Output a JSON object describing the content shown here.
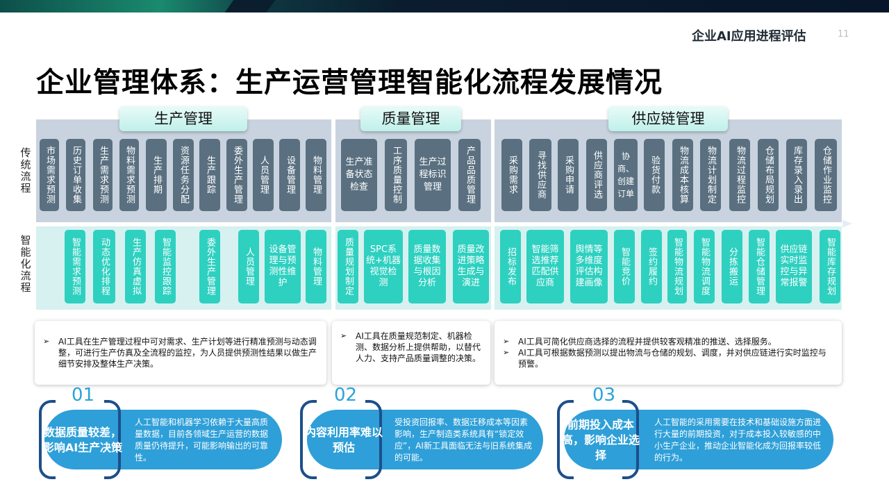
{
  "header": {
    "title": "企业AI应用进程评估",
    "page_number": "11"
  },
  "main_title": "企业管理体系：生产运营管理智能化流程发展情况",
  "row_labels": {
    "traditional": "传统流程",
    "ai": "智能化流程"
  },
  "sections": {
    "production": {
      "title": "生产管理"
    },
    "quality": {
      "title": "质量管理"
    },
    "supply": {
      "title": "供应链管理"
    }
  },
  "traditional": {
    "production": [
      "市场需求预测",
      "历史订单收集",
      "生产需求预测",
      "物料需求预测",
      "生产排期",
      "资源任务分配",
      "生产跟踪",
      "委外生产管理",
      "人员管理",
      "设备管理",
      "物料管理"
    ],
    "quality": [
      "生产准备状态检查",
      "工序质量控制",
      "生产过程标识管理",
      "产品品质管理"
    ],
    "supply": [
      "采购需求",
      "寻找供应商",
      "采购申请",
      "供应商评选",
      "协商、创建订单",
      "验货付款",
      "物流成本核算",
      "物流计划制定",
      "物流过程监控",
      "仓储布局规划",
      "库存录入录出",
      "仓储作业监控"
    ]
  },
  "ai": {
    "production": [
      "智能需求预测",
      "动态优化排程",
      "生产仿真虚拟",
      "智能监控跟踪",
      "委外生产管理",
      "人员管理",
      "设备管理与预测性维护",
      "物料管理"
    ],
    "quality": [
      "质量规划制定",
      "SPC系统+机器视觉检测",
      "质量数据收集与根因分析",
      "质量改进策略生成与演进"
    ],
    "supply": [
      "招标发布",
      "智能筛选推荐匹配供应商",
      "舆情等多维度评估构建画像",
      "智能竞价",
      "签约履约",
      "智能物流规划",
      "智能物流调度",
      "分拣搬运",
      "智能仓储管理",
      "供应链实时监控与异常报警",
      "智能库存规划"
    ]
  },
  "notes": {
    "production": [
      "AI工具在生产管理过程中可对需求、生产计划等进行精准预测与动态调整，可进行生产仿真及全流程的监控，为人员提供预测性结果以做生产细节安排及整体生产决策。"
    ],
    "quality": [
      "AI工具在质量规范制定、机器检测、数据分析上提供帮助，以替代人力、支持产品质量调整的决策。"
    ],
    "supply": [
      "AI工具可简化供应商选择的流程并提供较客观精准的推送、选择服务。",
      "AI工具可根据数据预测以提出物流与仓储的规划、调度，并对供应链进行实时监控与预警。"
    ]
  },
  "bullet_marker": "➢",
  "challenges": [
    {
      "number": "01",
      "title": "数据质量较差，影响AI生产决策",
      "text": "人工智能和机器学习依赖于大量高质量数据，目前各领域生产运营的数据质量仍待提升，可能影响输出的可靠性。"
    },
    {
      "number": "02",
      "title": "内容利用率难以预估",
      "text": "受投资回报率、数据迁移成本等因素影响，生产制造类系统具有“锁定效应”，AI新工具面临无法与旧系统集成的可能。"
    },
    {
      "number": "03",
      "title": "前期投入成本高，影响企业选择",
      "text": "人工智能的采用需要在技术和基础设施方面进行大量的前期投资，对于成本投入较敏感的中小生产企业，推动企业智能化成为回报率较低的行为。"
    }
  ],
  "colors": {
    "traditional_box": "#5a7080",
    "ai_box": "#2ed0c0",
    "accent": "#2e9fd8",
    "bracket": "#1d4f8a"
  }
}
